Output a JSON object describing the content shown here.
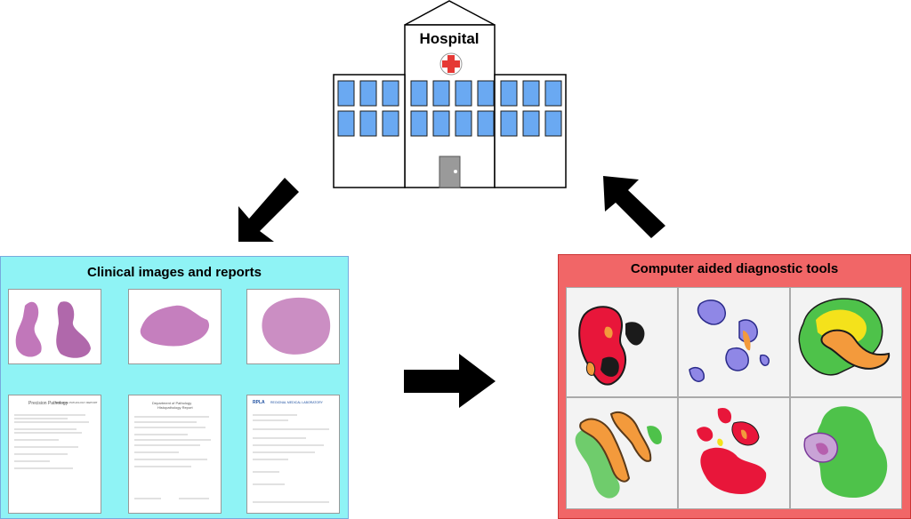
{
  "hospital": {
    "label": "Hospital"
  },
  "left_panel": {
    "title": "Clinical images and reports",
    "background": "#8ff3f5"
  },
  "right_panel": {
    "title": "Computer aided diagnostic tools",
    "background": "#f16667"
  },
  "reports": [
    {
      "header": "Precision Pathology",
      "subheader": "SURGICAL PATHOLOGY REPORT"
    },
    {
      "header": "Department of Pathology",
      "subheader": "Histopathology Report"
    },
    {
      "header": "RPLA",
      "subheader": "REGIONAL MEDICAL LABORATORY"
    }
  ],
  "colors": {
    "tissue": "#b65fae",
    "window": "#6aa9f2",
    "red_cross": "#e53935",
    "arrow": "#000000",
    "label_red": "#e8163a",
    "label_orange": "#f39a3c",
    "label_purple": "#8f87e6",
    "label_green": "#4ec24a",
    "label_yellow": "#f4e21b",
    "label_black": "#1b1b1b"
  }
}
